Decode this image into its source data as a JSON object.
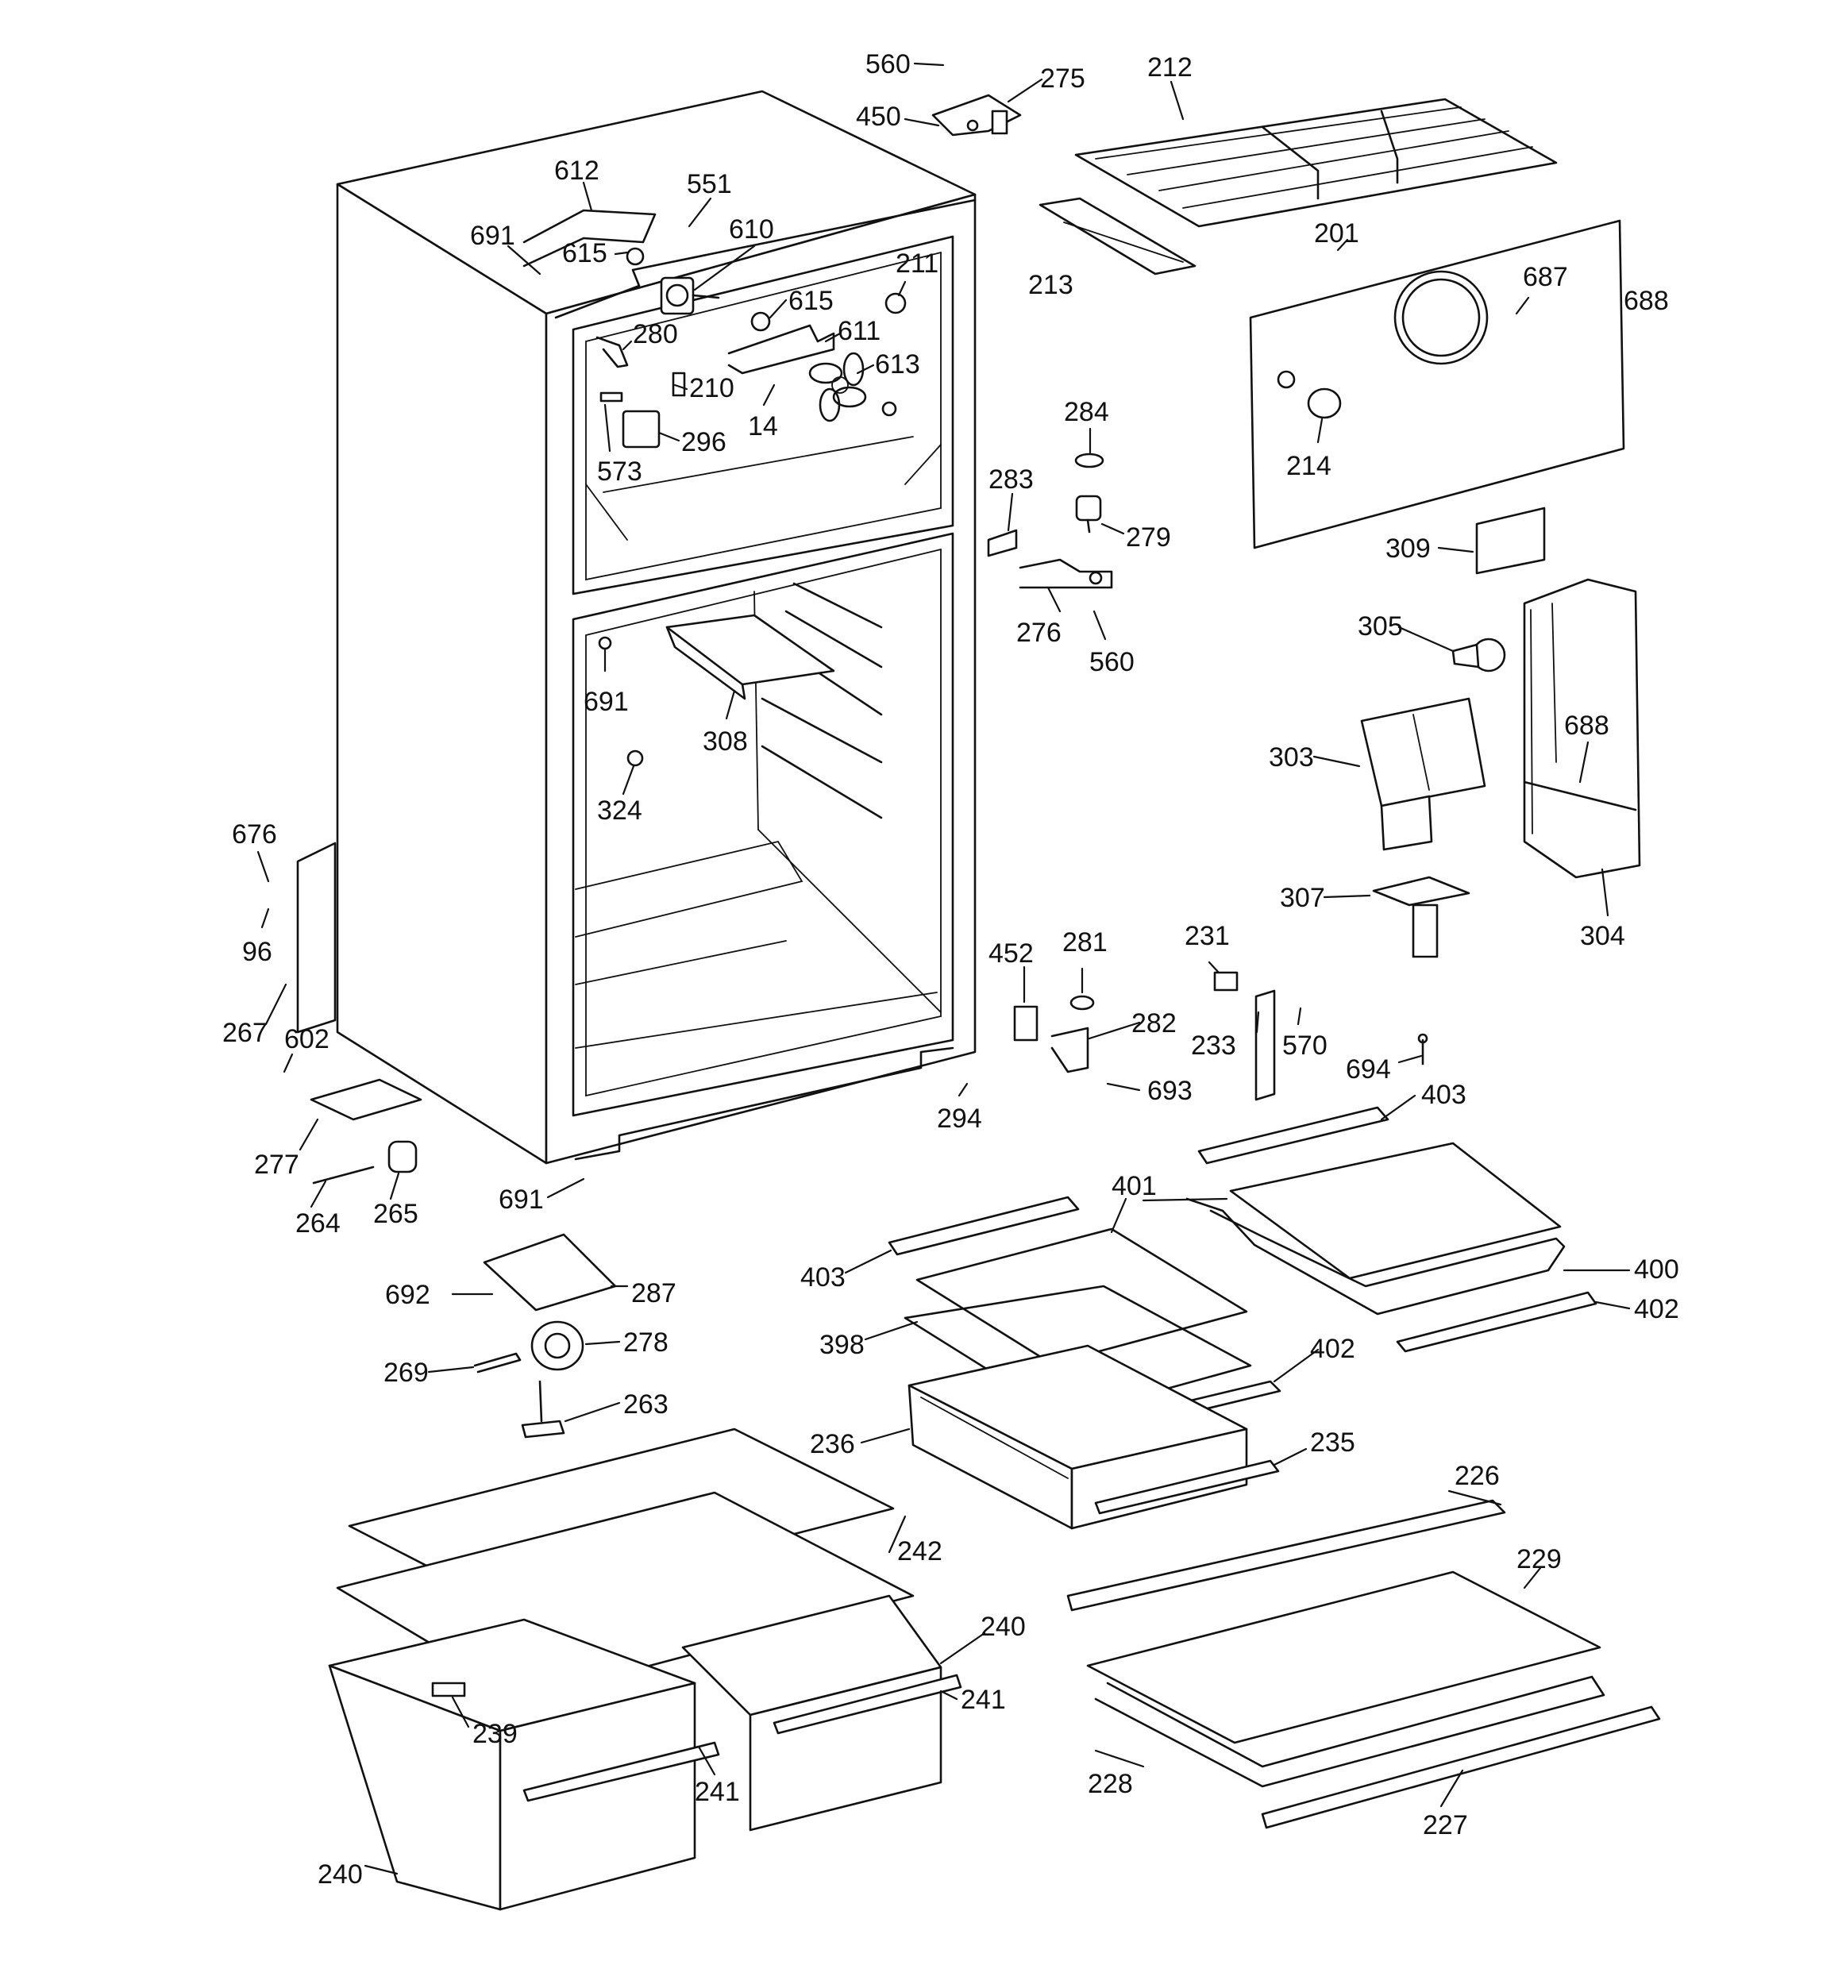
{
  "diagram": {
    "labels": {
      "l560a": "560",
      "l275": "275",
      "l450": "450",
      "l212": "212",
      "l612": "612",
      "l551": "551",
      "l691a": "691",
      "l610": "610",
      "l615a": "615",
      "l211": "211",
      "l615b": "615",
      "l611": "611",
      "l280": "280",
      "l210": "210",
      "l613": "613",
      "l14": "14",
      "l296": "296",
      "l573": "573",
      "l213": "213",
      "l201": "201",
      "l687": "687",
      "l688a": "688",
      "l284": "284",
      "l214": "214",
      "l283": "283",
      "l279": "279",
      "l309": "309",
      "l276": "276",
      "l560b": "560",
      "l305": "305",
      "l691b": "691",
      "l308": "308",
      "l688b": "688",
      "l303": "303",
      "l324": "324",
      "l676": "676",
      "l96": "96",
      "l307": "307",
      "l304": "304",
      "l452": "452",
      "l281": "281",
      "l231": "231",
      "l282": "282",
      "l267": "267",
      "l602": "602",
      "l233": "233",
      "l570": "570",
      "l694": "694",
      "l693": "693",
      "l294": "294",
      "l403a": "403",
      "l277": "277",
      "l691c": "691",
      "l264": "264",
      "l265": "265",
      "l401": "401",
      "l400": "400",
      "l403b": "403",
      "l402a": "402",
      "l692": "692",
      "l287": "287",
      "l398": "398",
      "l278": "278",
      "l269": "269",
      "l402b": "402",
      "l263": "263",
      "l236": "236",
      "l235": "235",
      "l226": "226",
      "l242": "242",
      "l229": "229",
      "l240a": "240",
      "l241a": "241",
      "l239": "239",
      "l241b": "241",
      "l228": "228",
      "l227": "227",
      "l240b": "240"
    }
  }
}
